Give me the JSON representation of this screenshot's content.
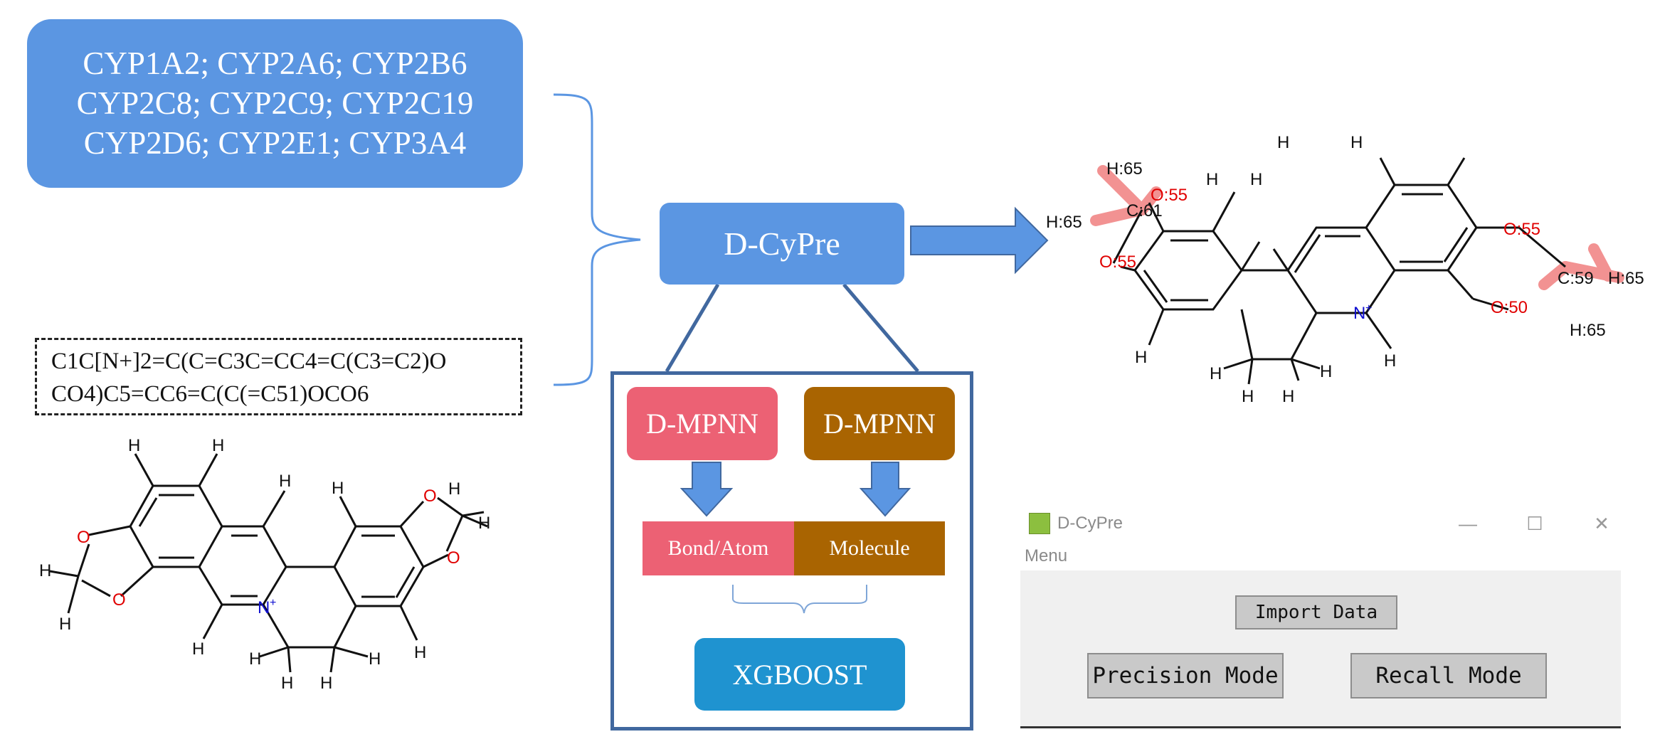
{
  "cyp_list": [
    "CYP1A2; CYP2A6; CYP2B6",
    "CYP2C8; CYP2C9; CYP2C19",
    "CYP2D6; CYP2E1; CYP3A4"
  ],
  "smiles": [
    "C1C[N+]2=C(C=C3C=CC4=C(C3=C2)O",
    "CO4)C5=CC6=C(C(=C51)OCO6"
  ],
  "model_name": "D-CyPre",
  "submodels": {
    "left": "D-MPNN",
    "right": "D-MPNN"
  },
  "features": {
    "bond_atom": "Bond/Atom",
    "molecule": "Molecule"
  },
  "classifier": "XGBOOST",
  "colors": {
    "blue": "#5b96e2",
    "pink": "#ec6174",
    "brown": "#a96401",
    "xgb": "#1f93d0",
    "frame": "#41689f",
    "highlight": "#f08080"
  },
  "structure_labels": {
    "H": "H",
    "O": "O",
    "N": "N",
    "plus": "+"
  },
  "annotated_labels": {
    "h65": "H:65",
    "c61": "C:61",
    "o55": "O:55",
    "c59": "C:59",
    "o50": "O:50",
    "h": "H",
    "n": "N",
    "plus": "+"
  },
  "app": {
    "title": "D-CyPre",
    "menu": "Menu",
    "import_button": "Import Data",
    "precision_button": "Precision Mode",
    "recall_button": "Recall Mode",
    "minimize": "—",
    "maximize": "☐",
    "close": "✕"
  }
}
